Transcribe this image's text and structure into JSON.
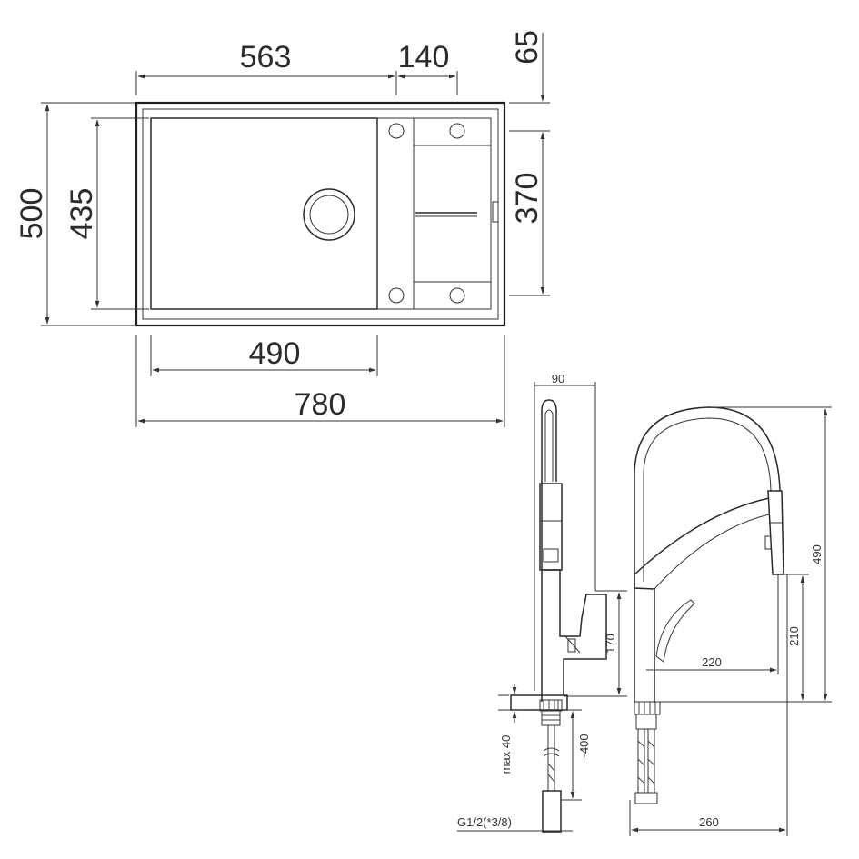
{
  "sink": {
    "dim_bowl_opening": "563",
    "dim_drainer": "140",
    "dim_rim_top": "65",
    "dim_outer_depth": "500",
    "dim_bowl_depth": "435",
    "dim_drainer_depth": "370",
    "dim_bowl_width": "490",
    "dim_overall_width": "780"
  },
  "faucet_side": {
    "dim_depth": "90",
    "dim_lever_height": "170",
    "dim_max_deck": "max 40",
    "dim_hose": "~400",
    "dim_connection": "G1/2(*3/8)"
  },
  "faucet_front": {
    "dim_height": "490",
    "dim_spout_height": "210",
    "dim_reach": "220",
    "dim_base_width": "260"
  },
  "colors": {
    "line": "#333333",
    "outline": "#1e1e1e",
    "background": "#ffffff"
  }
}
